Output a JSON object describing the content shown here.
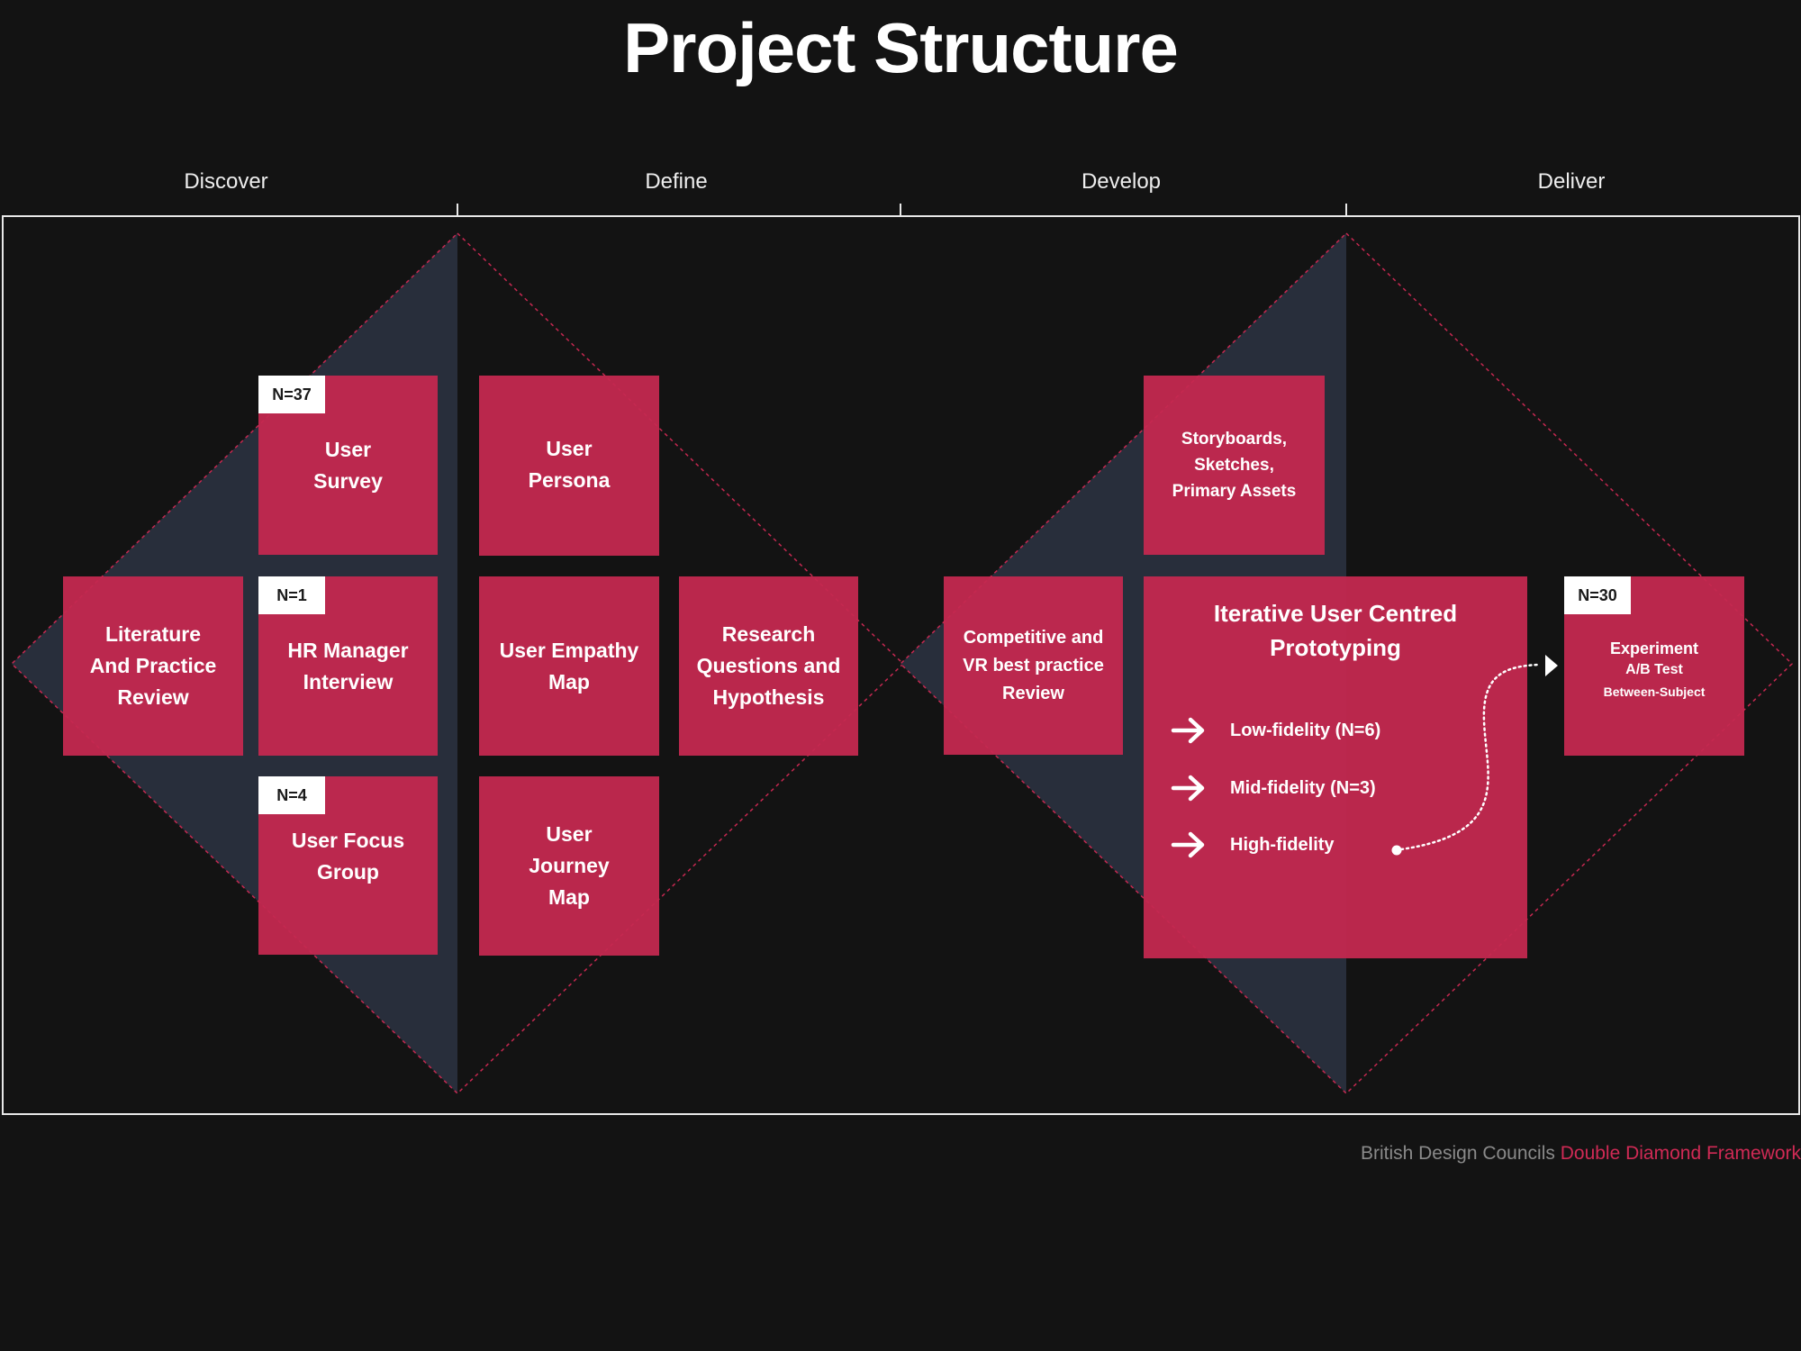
{
  "title": "Project Structure",
  "phases": [
    "Discover",
    "Define",
    "Develop",
    "Deliver"
  ],
  "colors": {
    "background": "#131313",
    "box": "#c52850",
    "diamond_fill": "#282e3b",
    "accent": "#d02a55"
  },
  "boxes": {
    "literature": {
      "label": "Literature\nAnd Practice\nReview"
    },
    "survey": {
      "label": "User\nSurvey",
      "badge": "N=37"
    },
    "hr": {
      "label": "HR Manager\nInterview",
      "badge": "N=1"
    },
    "focus": {
      "label": "User Focus\nGroup",
      "badge": "N=4"
    },
    "persona": {
      "label": "User\nPersona"
    },
    "empathy": {
      "label": "User Empathy\nMap"
    },
    "journey": {
      "label": "User\nJourney\nMap"
    },
    "research": {
      "label": "Research\nQuestions and\nHypothesis"
    },
    "competitive": {
      "label": "Competitive and\nVR best practice\nReview"
    },
    "storyboards": {
      "label": "Storyboards,\nSketches,\nPrimary Assets"
    },
    "experiment": {
      "badge": "N=30",
      "line1": "Experiment",
      "line2": "A/B Test",
      "line3": "Between-Subject"
    }
  },
  "iterative": {
    "title": "Iterative User Centred\nPrototyping",
    "items": [
      "Low-fidelity (N=6)",
      "Mid-fidelity (N=3)",
      "High-fidelity"
    ]
  },
  "footer": {
    "prefix": "British Design Councils ",
    "highlight": "Double Diamond Framework"
  }
}
